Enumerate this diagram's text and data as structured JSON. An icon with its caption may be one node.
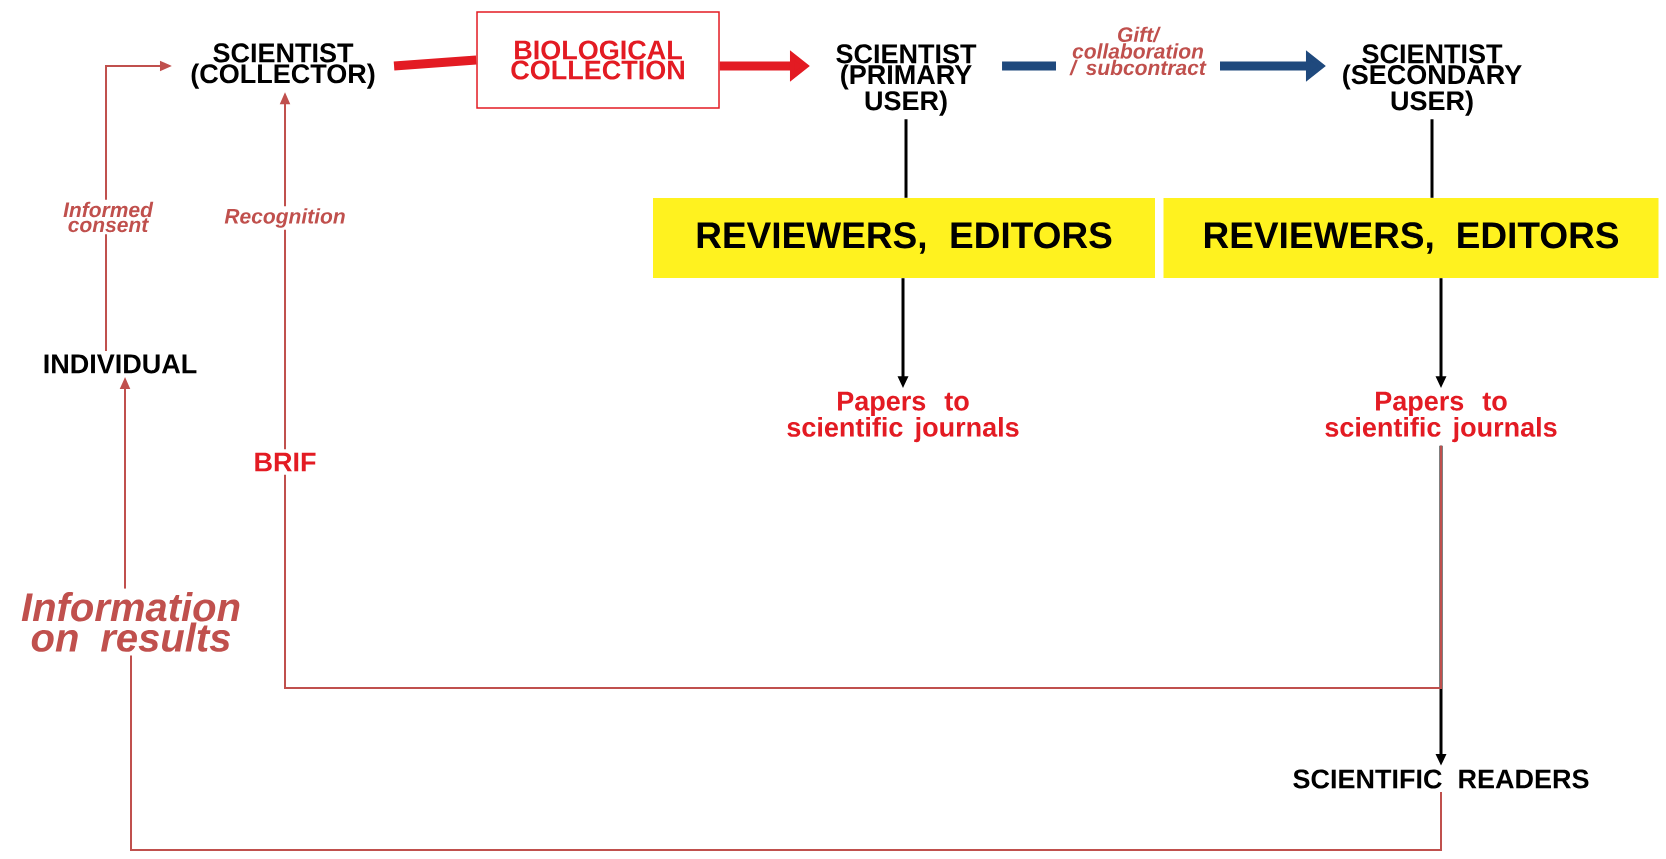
{
  "diagram": {
    "nodes": [
      {
        "text": [
          "SCIENTIST (COLLECTOR)"
        ]
      },
      {
        "text": [
          "BIOLOGICAL COLLECTION"
        ]
      },
      {
        "text": [
          "SCIENTIST (PRIMARY USER)"
        ]
      },
      {
        "text": [
          "SCIENTIST (SECONDARY USER)"
        ]
      },
      {
        "text": [
          "REVIEWERS, EDITORS"
        ]
      },
      {
        "text": [
          "REVIEWERS, EDITORS"
        ]
      },
      {
        "text": [
          "Papers to scientific journals"
        ]
      },
      {
        "text": [
          "Papers to scientific journals"
        ]
      },
      {
        "text": [
          "SCIENTIFIC READERS"
        ]
      },
      {
        "text": [
          "INDIVIDUAL"
        ]
      },
      {
        "text": [
          "Information on results"
        ]
      },
      {
        "text": [
          "BRIF"
        ]
      }
    ],
    "edges": [
      {
        "from": 9,
        "to": 0,
        "arrow": "to",
        "label": "Informed consent"
      },
      {
        "from": 10,
        "to": 9,
        "arrow": "to"
      },
      {
        "from": 0,
        "to": 1,
        "arrow": "none",
        "style": "thick",
        "color": "#e31b23"
      },
      {
        "from": 1,
        "to": 2,
        "arrow": "to",
        "style": "thick",
        "color": "#e31b23"
      },
      {
        "from": 2,
        "to": 3,
        "arrow": "to",
        "label": "Gift/ collaboration / subcontract",
        "style": "thick",
        "color": "#1f497d"
      },
      {
        "from": 2,
        "to": 4,
        "arrow": "none",
        "color": "#000000"
      },
      {
        "from": 4,
        "to": 6,
        "arrow": "to",
        "color": "#000000"
      },
      {
        "from": 3,
        "to": 5,
        "arrow": "none",
        "color": "#000000"
      },
      {
        "from": 5,
        "to": 7,
        "arrow": "to",
        "color": "#000000"
      },
      {
        "from": 11,
        "to": 0,
        "arrow": "to",
        "label": "Recognition"
      },
      {
        "from": 7,
        "to": 8,
        "arrow": "to",
        "color": "#000000"
      },
      {
        "from": 7,
        "to": 11,
        "arrow": "none"
      },
      {
        "from": 8,
        "to": 10,
        "arrow": "none"
      }
    ]
  }
}
